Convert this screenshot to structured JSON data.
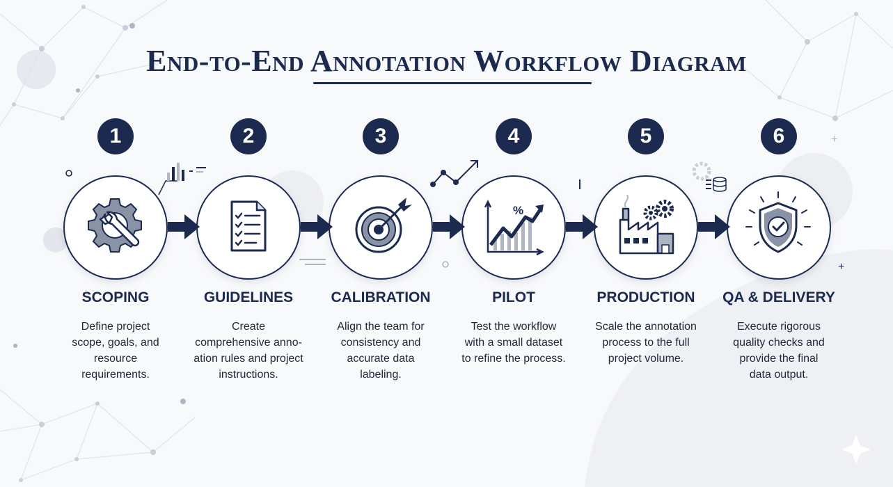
{
  "title": "End-to-End Annotation Workflow Diagram",
  "steps": [
    {
      "number": "1",
      "label": "SCOPING",
      "desc_lines": [
        "Define project",
        "scope, goals, and",
        "resource",
        "requirements."
      ],
      "icon": "gear-wrench-icon"
    },
    {
      "number": "2",
      "label": "GUIDELINES",
      "desc_lines": [
        "Create",
        "comprehensive anno-",
        "ation rules and project",
        "instructions."
      ],
      "icon": "checklist-document-icon"
    },
    {
      "number": "3",
      "label": "CALIBRATION",
      "desc_lines": [
        "Align the team for",
        "consistency and",
        "accurate data",
        "labeling."
      ],
      "icon": "target-arrow-icon"
    },
    {
      "number": "4",
      "label": "PILOT",
      "desc_lines": [
        "Test the workflow",
        "with a small dataset",
        "to refine the process."
      ],
      "icon": "growth-chart-icon"
    },
    {
      "number": "5",
      "label": "PRODUCTION",
      "desc_lines": [
        "Scale the annotation",
        "process to the full",
        "project volume."
      ],
      "icon": "factory-gears-icon"
    },
    {
      "number": "6",
      "label": "QA & DELIVERY",
      "desc_lines": [
        "Execute rigorous",
        "quality checks and",
        "provide the final",
        "data output."
      ],
      "icon": "shield-check-icon"
    }
  ],
  "decorations": {
    "small_chart_glyph": "%",
    "colors": {
      "navy": "#1b2a4e",
      "icon_fill": "#8a93a6",
      "background": "#f8f9fb",
      "network_lines": "#dfe3ea"
    }
  }
}
